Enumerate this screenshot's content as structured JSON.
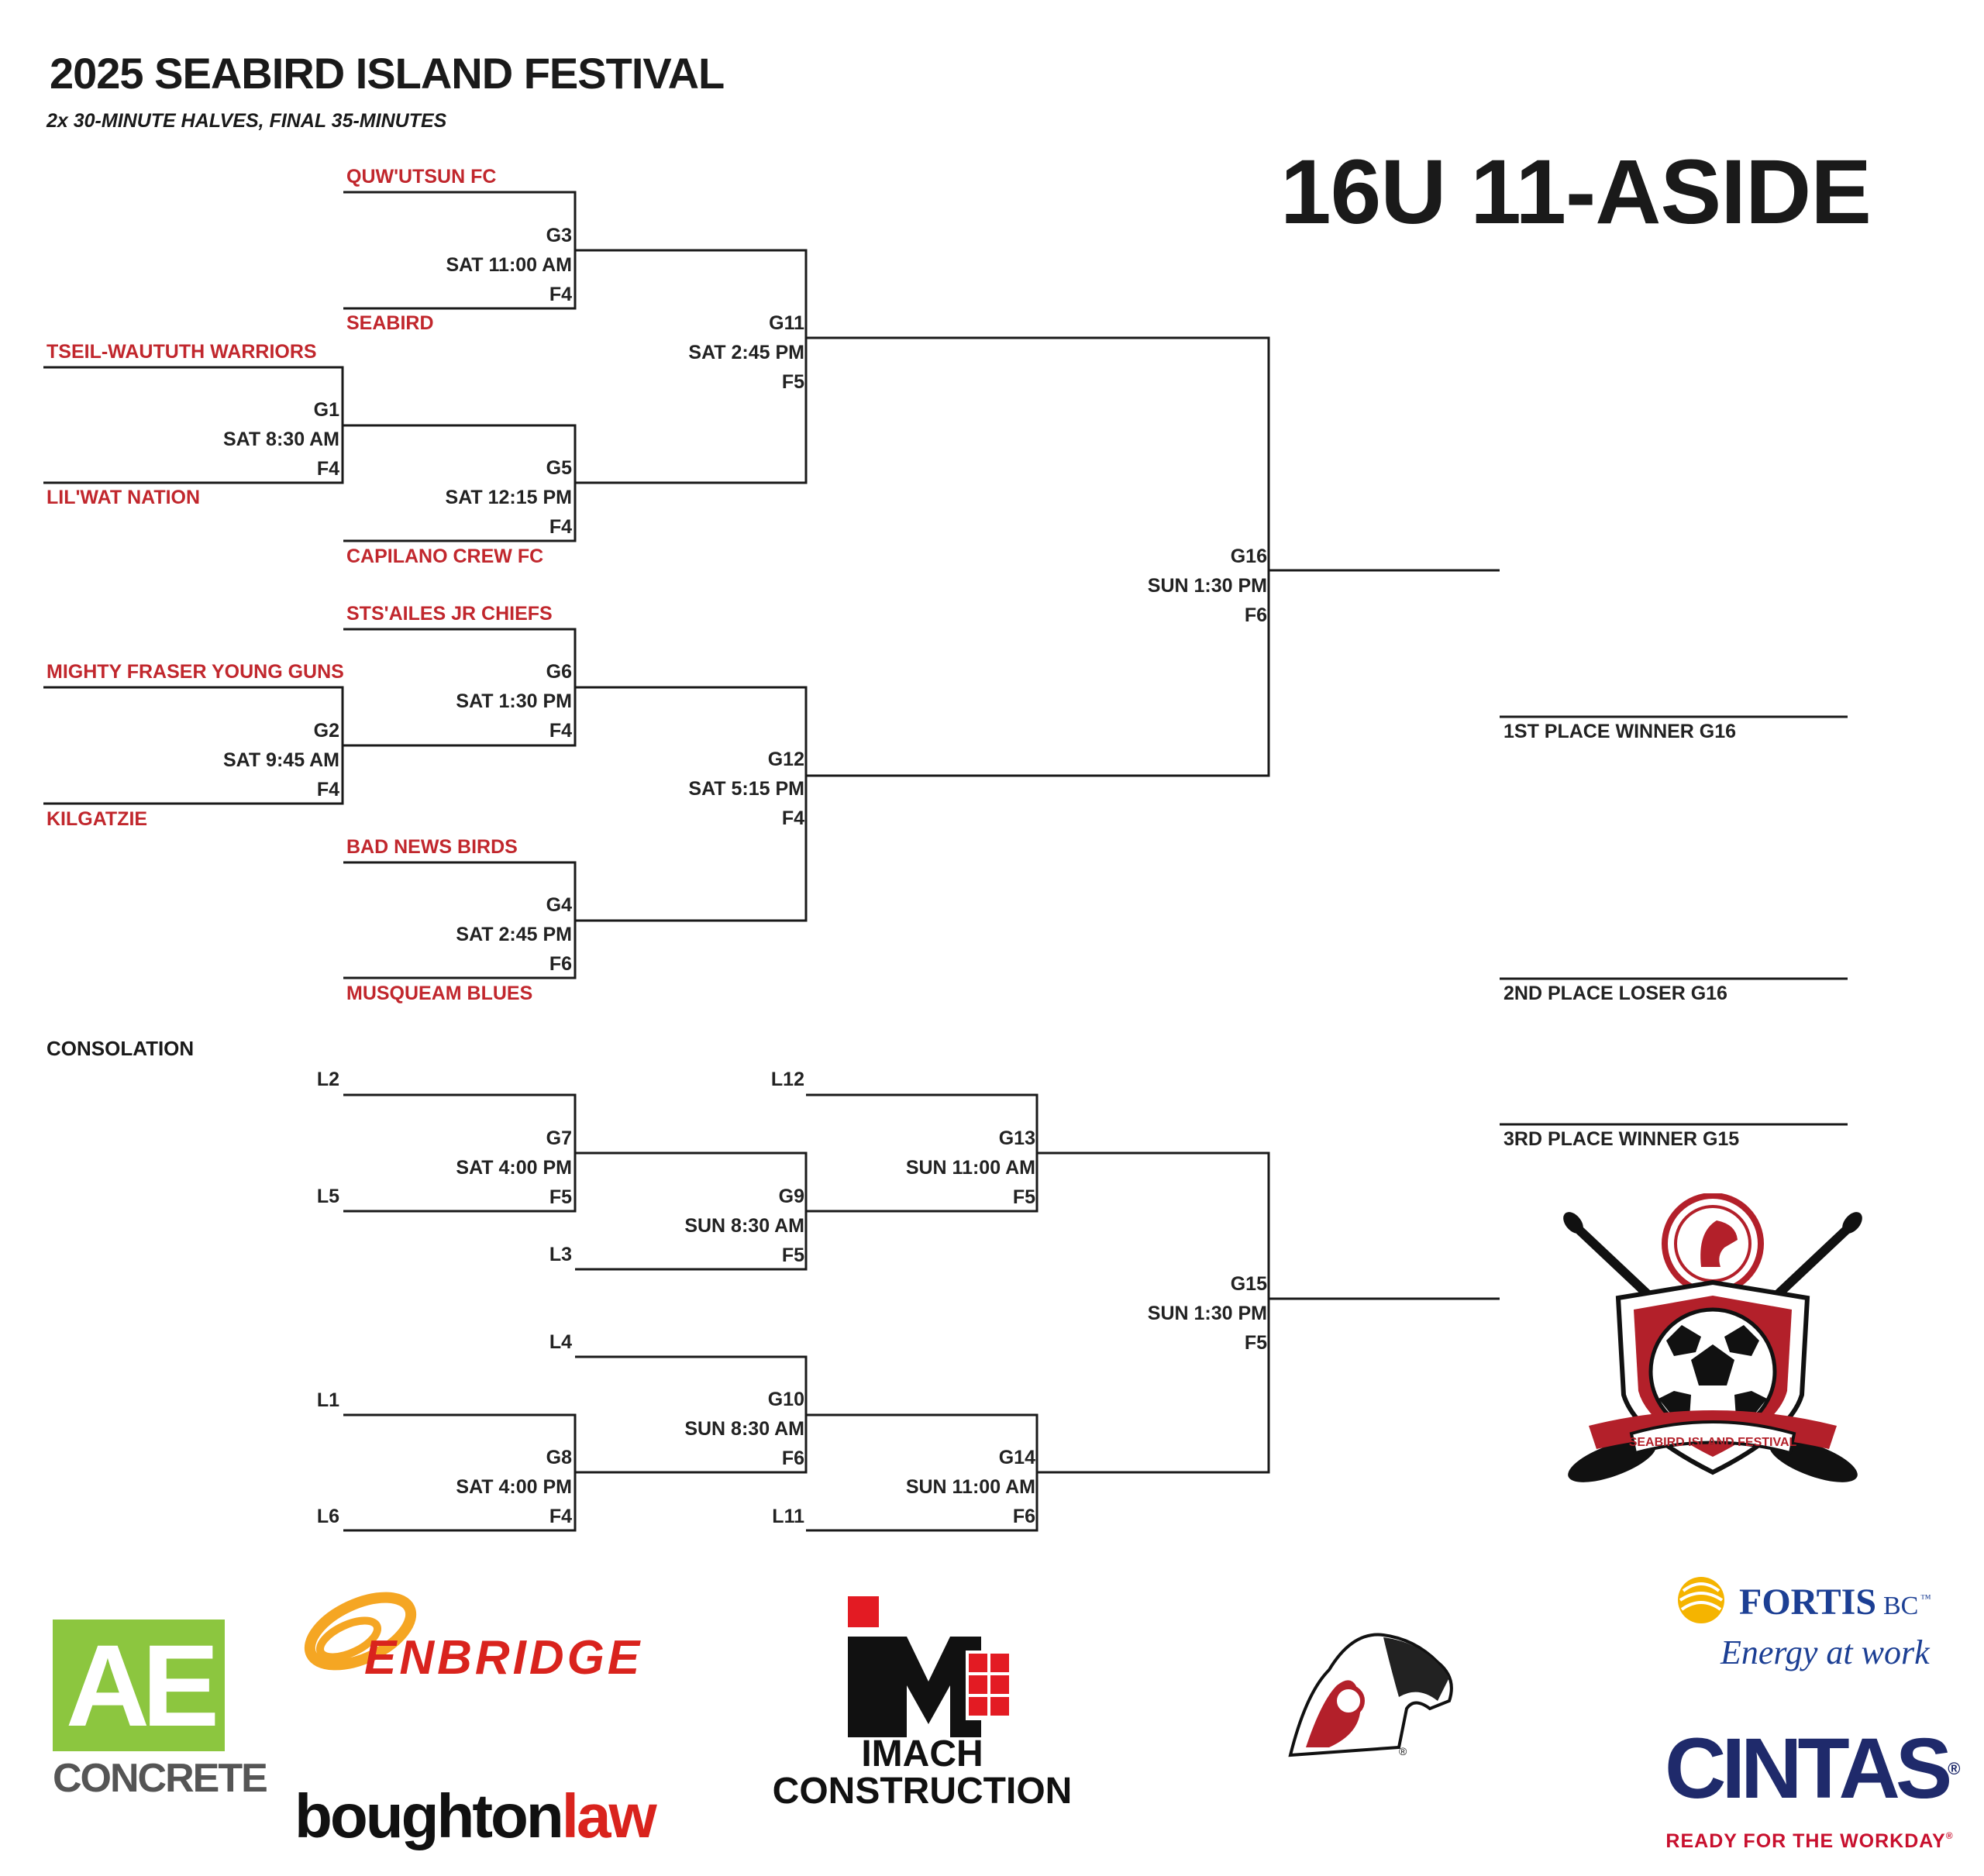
{
  "header": {
    "title": "2025 SEABIRD ISLAND FESTIVAL",
    "subtitle": "2x 30-MINUTE HALVES, FINAL 35-MINUTES",
    "division": "16U 11-ASIDE"
  },
  "teams": {
    "quwutsun": "QUW'UTSUN FC",
    "seabird": "SEABIRD",
    "tseil": "TSEIL-WAUTUTH WARRIORS",
    "lilwat": "LIL'WAT NATION",
    "capilano": "CAPILANO CREW FC",
    "stsailes": "STS'AILES JR CHIEFS",
    "mighty": "MIGHTY FRASER YOUNG GUNS",
    "kilgatzie": "KILGATZIE",
    "badnews": "BAD NEWS BIRDS",
    "musqueam": "MUSQUEAM BLUES"
  },
  "games": {
    "g1": {
      "id": "G1",
      "time": "SAT 8:30 AM",
      "field": "F4"
    },
    "g2": {
      "id": "G2",
      "time": "SAT 9:45 AM",
      "field": "F4"
    },
    "g3": {
      "id": "G3",
      "time": "SAT 11:00 AM",
      "field": "F4"
    },
    "g4": {
      "id": "G4",
      "time": "SAT 2:45 PM",
      "field": "F6"
    },
    "g5": {
      "id": "G5",
      "time": "SAT 12:15 PM",
      "field": "F4"
    },
    "g6": {
      "id": "G6",
      "time": "SAT 1:30 PM",
      "field": "F4"
    },
    "g7": {
      "id": "G7",
      "time": "SAT 4:00 PM",
      "field": "F5"
    },
    "g8": {
      "id": "G8",
      "time": "SAT 4:00 PM",
      "field": "F4"
    },
    "g9": {
      "id": "G9",
      "time": "SUN 8:30 AM",
      "field": "F5"
    },
    "g10": {
      "id": "G10",
      "time": "SUN 8:30 AM",
      "field": "F6"
    },
    "g11": {
      "id": "G11",
      "time": "SAT 2:45 PM",
      "field": "F5"
    },
    "g12": {
      "id": "G12",
      "time": "SAT 5:15 PM",
      "field": "F4"
    },
    "g13": {
      "id": "G13",
      "time": "SUN 11:00 AM",
      "field": "F5"
    },
    "g14": {
      "id": "G14",
      "time": "SUN 11:00 AM",
      "field": "F6"
    },
    "g15": {
      "id": "G15",
      "time": "SUN 1:30 PM",
      "field": "F5"
    },
    "g16": {
      "id": "G16",
      "time": "SUN 1:30 PM",
      "field": "F6"
    }
  },
  "consolation": {
    "label": "CONSOLATION",
    "seeds": {
      "l1": "L1",
      "l2": "L2",
      "l3": "L3",
      "l4": "L4",
      "l5": "L5",
      "l6": "L6",
      "l11": "L11",
      "l12": "L12"
    }
  },
  "placements": {
    "first": "1ST PLACE WINNER G16",
    "second": "2ND PLACE LOSER G16",
    "third": "3RD PLACE WINNER G15"
  },
  "sponsors": {
    "ae_big": "AE",
    "ae_small": "CONCRETE",
    "enbridge": "ENBRIDGE",
    "boughton_a": "boughton",
    "boughton_b": "law",
    "imach_a": "IMACH",
    "imach_b": "CONSTRUCTION",
    "fortis_a": "FORTIS",
    "fortis_b": "BC",
    "fortis_tm": "™",
    "fortis_tag": "Energy at work",
    "cintas": "CINTAS",
    "cintas_r": "®",
    "cintas_tag": "READY FOR THE WORKDAY",
    "cintas_tag_r": "®",
    "emblem_banner": "SEABIRD ISLAND FESTIVAL",
    "registered": "®"
  },
  "colors": {
    "team_red": "#c1272d",
    "line": "#1a1a1a",
    "ae_green": "#8cc63f",
    "enbridge_orange": "#f5a623",
    "cintas_navy": "#1f2a6b",
    "cintas_red": "#c8102e",
    "fortis_blue": "#1c3f94"
  }
}
